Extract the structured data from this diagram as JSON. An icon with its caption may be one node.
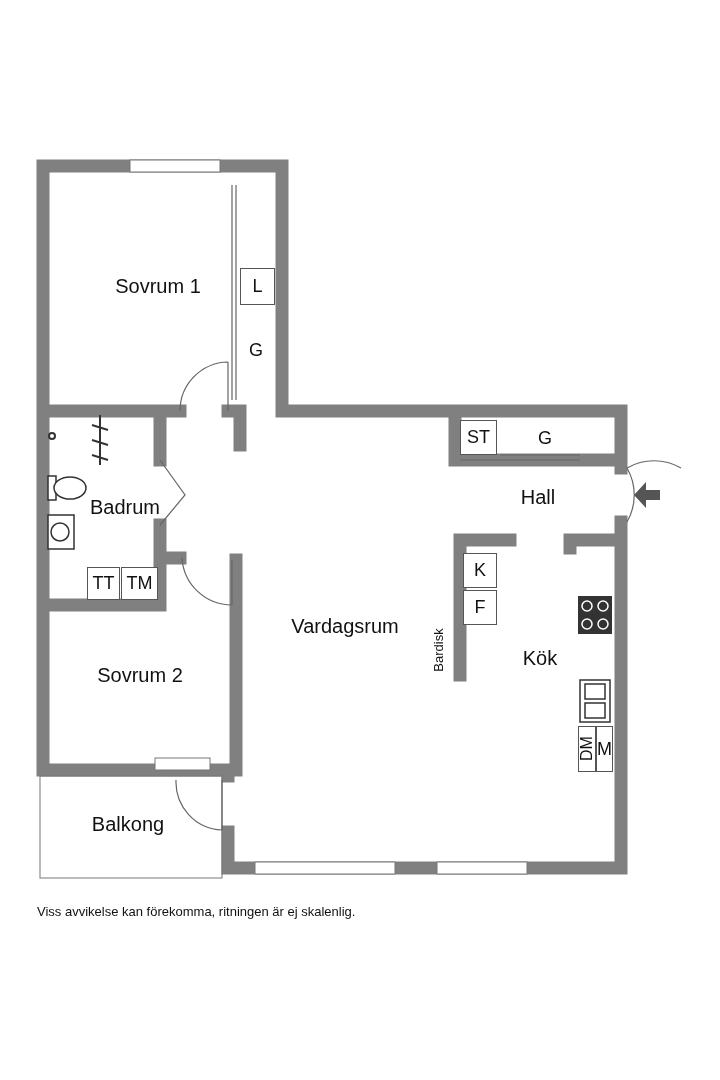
{
  "diagram": {
    "caption": "Viss avvikelse kan förekomma, ritningen är ej skalenlig.",
    "nodes": [
      {
        "text": [
          "Sovrum 1"
        ]
      },
      {
        "text": [
          "L"
        ],
        "in": 0
      },
      {
        "text": [
          "Badrum"
        ]
      },
      {
        "text": [
          "TT"
        ],
        "in": 2
      },
      {
        "text": [
          "TM"
        ],
        "in": 2
      },
      {
        "text": [
          "Hall"
        ]
      },
      {
        "text": [
          "ST"
        ],
        "in": 5
      },
      {
        "text": [
          "Sovrum 2"
        ]
      },
      {
        "text": [
          "Vardagsrum"
        ]
      },
      {
        "text": [
          "Kök"
        ]
      },
      {
        "text": [
          "K"
        ],
        "in": 9
      },
      {
        "text": [
          "F"
        ],
        "in": 9
      },
      {
        "text": [
          "DM"
        ],
        "in": 9
      },
      {
        "text": [
          "M"
        ],
        "in": 9
      },
      {
        "text": [
          "Balkong"
        ]
      }
    ],
    "labels": [
      "G",
      "G",
      "Bardisk"
    ]
  }
}
